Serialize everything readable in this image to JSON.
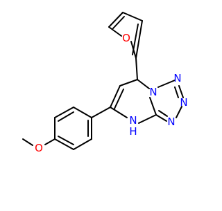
{
  "molecule": {
    "atoms": {
      "furan_o": "O",
      "n_bridge": "N",
      "n_tz1": "N",
      "n_tz2": "N",
      "n_tz3": "N",
      "nh_n": "N",
      "nh_h": "H",
      "methoxy_o": "O"
    },
    "colors": {
      "bond": "#000000",
      "nitrogen": "#0000ff",
      "oxygen": "#ff0000",
      "background": "#ffffff"
    }
  }
}
